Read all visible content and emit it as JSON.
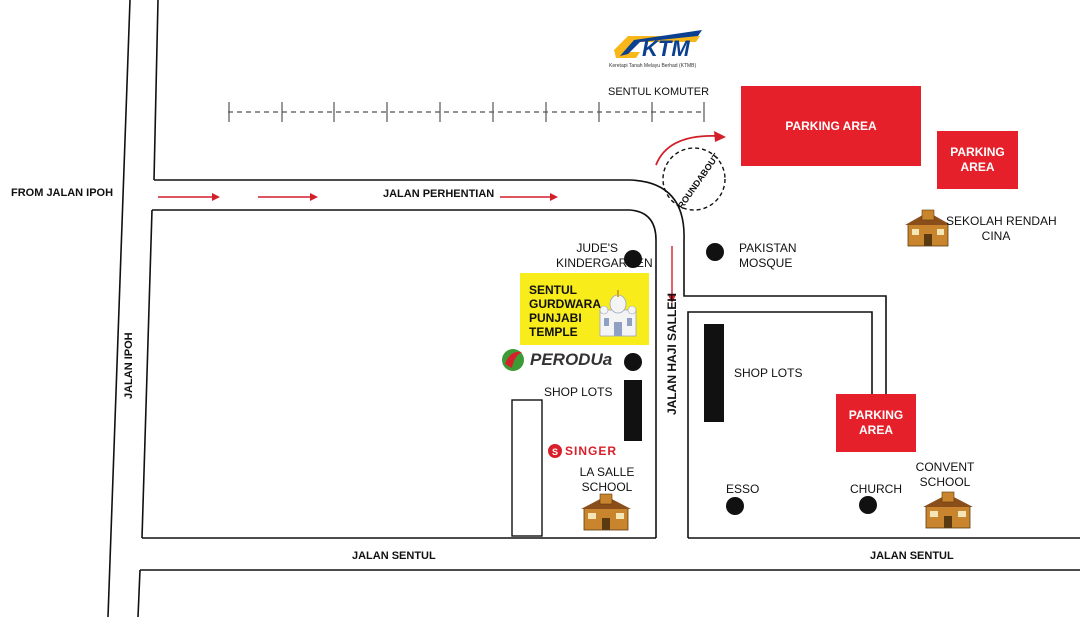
{
  "colors": {
    "road": "#111111",
    "parking": "#e5202a",
    "arrow": "#d21f2a",
    "temple_bg": "#f8ec1b",
    "poi_dot": "#111111",
    "ktm_blue": "#0b3f8f",
    "ktm_yellow": "#f7b718",
    "perodua_green": "#3d9b35",
    "perodua_red": "#d8202b",
    "singer_red": "#d8202b"
  },
  "ktm": {
    "logo_text": "KTM",
    "tagline": "Keretapi Tanah Melayu Berhad (KTMB)"
  },
  "streets": {
    "from_jalan_ipoh": "FROM JALAN IPOH",
    "jalan_perhentian": "JALAN PERHENTIAN",
    "jalan_ipoh": "JALAN IPOH",
    "jalan_haji_salleh": "JALAN HAJI SALLEH",
    "jalan_sentul_left": "JALAN SENTUL",
    "jalan_sentul_right": "JALAN SENTUL",
    "roundabout": "ROUNDABOUT"
  },
  "rail": {
    "sentul_komuter": "SENTUL KOMUTER"
  },
  "parking": {
    "main": "PARKING AREA",
    "side_line1": "PARKING",
    "side_line2": "AREA",
    "church_line1": "PARKING",
    "church_line2": "AREA"
  },
  "places": {
    "judes_line1": "JUDE'S",
    "judes_line2": "KINDERGARDEN",
    "pakistan_line1": "PAKISTAN",
    "pakistan_line2": "MOSQUE",
    "sekolah_line1": "SEKOLAH RENDAH",
    "sekolah_line2": "CINA",
    "shop_lots_left": "SHOP LOTS",
    "shop_lots_right": "SHOP LOTS",
    "la_salle_line1": "LA SALLE",
    "la_salle_line2": "SCHOOL",
    "esso": "ESSO",
    "church": "CHURCH",
    "convent_line1": "CONVENT",
    "convent_line2": "SCHOOL"
  },
  "temple": {
    "line1": "SENTUL",
    "line2": "GURDWARA",
    "line3": "PUNJABI",
    "line4": "TEMPLE"
  },
  "brands": {
    "perodua": "PERODUa",
    "singer": "SINGER"
  }
}
